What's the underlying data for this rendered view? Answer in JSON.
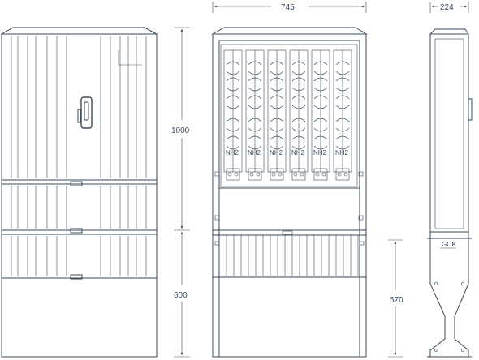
{
  "dimensions": {
    "width_overall": "745",
    "depth": "224",
    "height_upper": "1000",
    "height_lower": "600",
    "height_base": "570"
  },
  "labels": {
    "fuse_type": "NH2",
    "ground_level": "GOK"
  },
  "fuse_columns": 6,
  "colors": {
    "line": "#3a4a5c",
    "background": "#ffffff"
  }
}
